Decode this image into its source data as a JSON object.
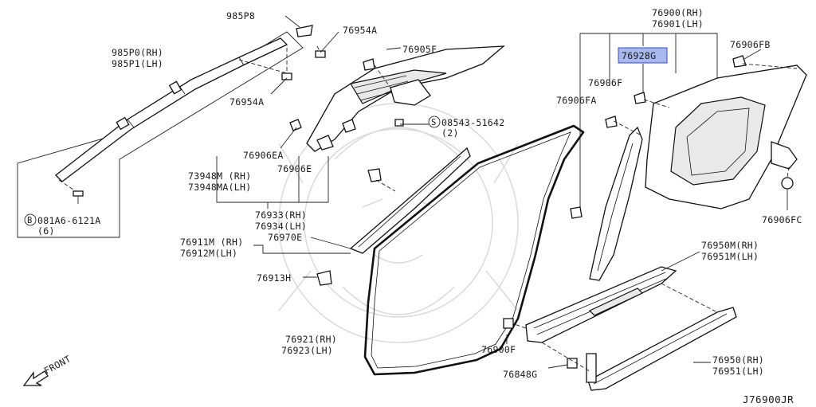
{
  "colors": {
    "highlight_fill": "#a9b7ef",
    "highlight_stroke": "#3a4fb0",
    "ink": "#1a1a1a"
  },
  "callouts": {
    "p985p8": "985P8",
    "p985p0": "985P0(RH)",
    "p985p1": "985P1(LH)",
    "p76954a_top": "76954A",
    "p76954a_mid": "76954A",
    "p76905f": "76905F",
    "p08543_main": "08543-51642",
    "p08543_qty": "(2)",
    "p08543_circle": "S",
    "p76906ea": "76906EA",
    "p76906e": "76906E",
    "p73948m": "73948M (RH)",
    "p73948ma": "73948MA(LH)",
    "p76933": "76933(RH)",
    "p76934": "76934(LH)",
    "p76911m": "76911M (RH)",
    "p76912m": "76912M(LH)",
    "p76970e": "76970E",
    "p76913h": "76913H",
    "p081a6_main": "081A6-6121A",
    "p081a6_qty": "(6)",
    "p081a6_circle": "B",
    "p76900": "76900(RH)",
    "p76901": "76901(LH)",
    "p76928g": "76928G",
    "p76906fb": "76906FB",
    "p76906f": "76906F",
    "p76906fa": "76906FA",
    "p76906fc": "76906FC",
    "p76950m": "76950M(RH)",
    "p76951m": "76951M(LH)",
    "p76921": "76921(RH)",
    "p76923": "76923(LH)",
    "p76900f": "76900F",
    "p76848g": "76848G",
    "p76950": "76950(RH)",
    "p76951": "76951(LH)"
  },
  "front_label": "FRONT",
  "diagram_code": "J76900JR"
}
